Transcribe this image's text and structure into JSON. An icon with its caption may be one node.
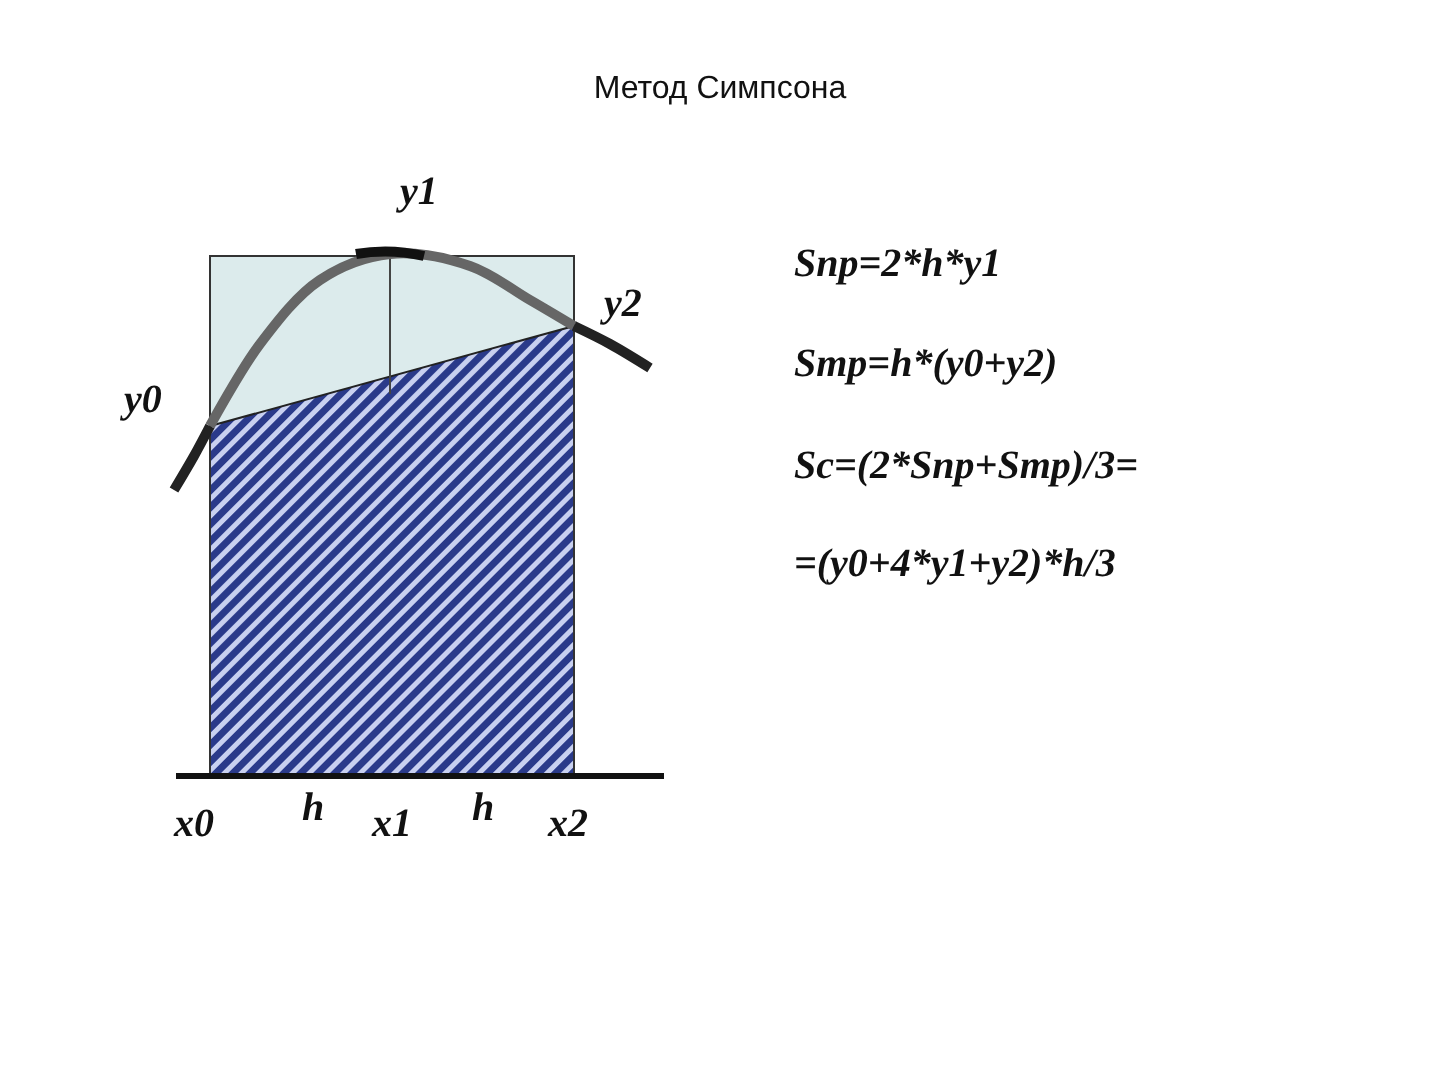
{
  "diagram": {
    "title": "Метод Симпсона",
    "labels": [
      "y1",
      "Snp=2*h*y1",
      "y2",
      "Smp=h*(y0+y2)",
      "y0",
      "Sc=(2*Snp+Smp)/3=",
      "=(y0+4*y1+y2)*h/3",
      "x0",
      "h",
      "x1",
      "h",
      "x2"
    ]
  }
}
